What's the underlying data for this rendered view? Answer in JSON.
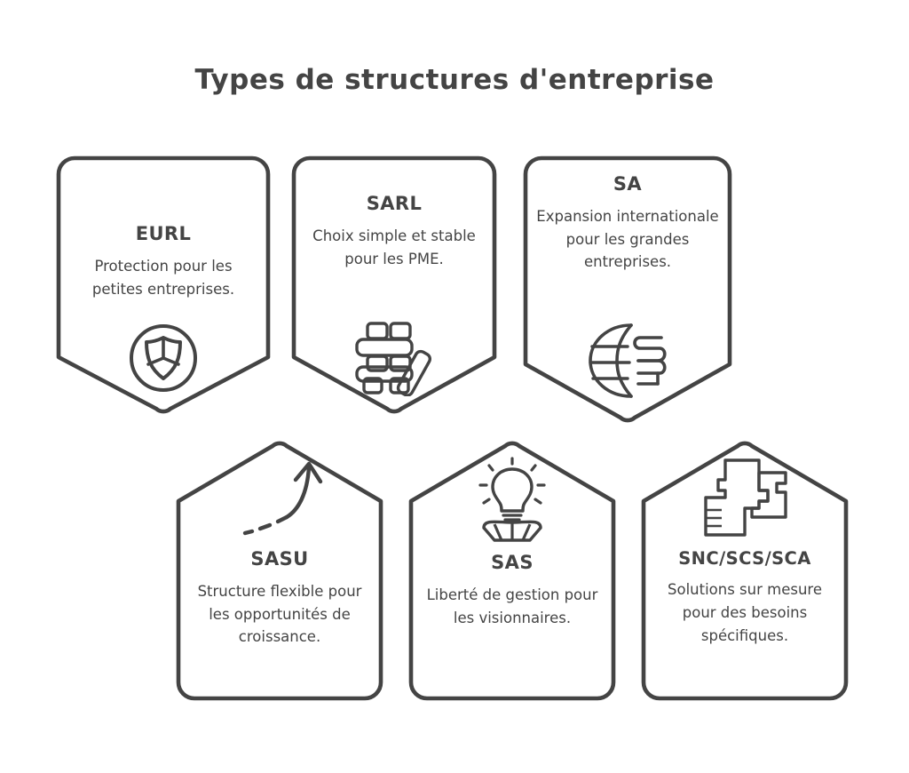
{
  "page": {
    "title": "Types de structures d'entreprise",
    "background_color": "#ffffff",
    "stroke_color": "#444444",
    "text_color": "#444444"
  },
  "cards": [
    {
      "id": "eurl",
      "title": "EURL",
      "description": "Protection pour les petites entreprises.",
      "icon": "shield-in-circle-icon",
      "row": "top",
      "column": 1
    },
    {
      "id": "sarl",
      "title": "SARL",
      "description": "Choix simple et stable pour les PME.",
      "icon": "stacked-blocks-icon",
      "row": "top",
      "column": 2
    },
    {
      "id": "sa",
      "title": "SA",
      "description": "Expansion internationale pour les grandes entreprises.",
      "icon": "globe-arrow-icon",
      "row": "top",
      "column": 3
    },
    {
      "id": "sasu",
      "title": "SASU",
      "description": "Structure flexible pour les opportunités de croissance.",
      "icon": "growth-arrow-icon",
      "row": "bottom",
      "column": 1
    },
    {
      "id": "sas",
      "title": "SAS",
      "description": "Liberté de gestion pour les visionnaires.",
      "icon": "lightbulb-diamond-icon",
      "row": "bottom",
      "column": 2
    },
    {
      "id": "sncscssca",
      "title": "SNC/SCS/SCA",
      "description": "Solutions sur mesure pour des besoins spécifiques.",
      "icon": "puzzle-pieces-icon",
      "row": "bottom",
      "column": 3
    }
  ]
}
